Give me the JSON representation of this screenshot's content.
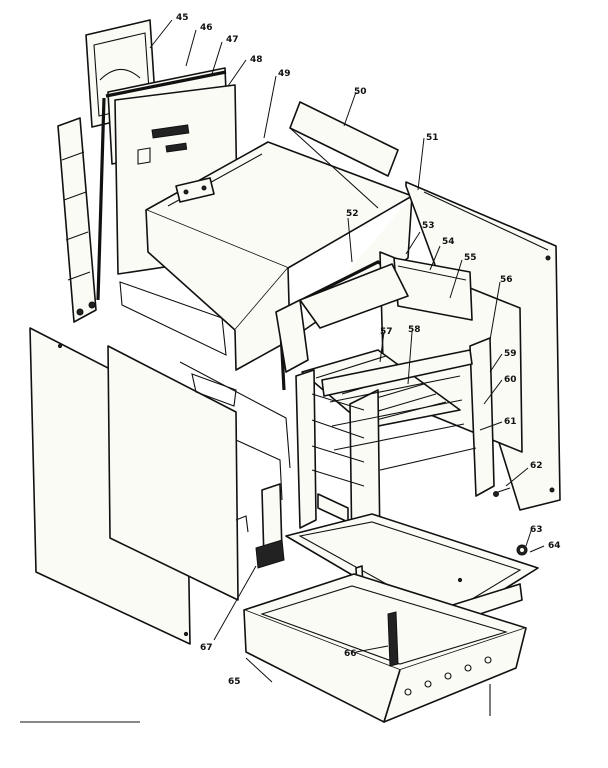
{
  "callouts": [
    {
      "id": "45",
      "label": "45"
    },
    {
      "id": "46",
      "label": "46"
    },
    {
      "id": "47",
      "label": "47"
    },
    {
      "id": "48",
      "label": "48"
    },
    {
      "id": "49",
      "label": "49"
    },
    {
      "id": "50",
      "label": "50"
    },
    {
      "id": "51",
      "label": "51"
    },
    {
      "id": "52",
      "label": "52"
    },
    {
      "id": "53",
      "label": "53"
    },
    {
      "id": "54",
      "label": "54"
    },
    {
      "id": "55",
      "label": "55"
    },
    {
      "id": "56",
      "label": "56"
    },
    {
      "id": "57",
      "label": "57"
    },
    {
      "id": "58",
      "label": "58"
    },
    {
      "id": "59",
      "label": "59"
    },
    {
      "id": "60",
      "label": "60"
    },
    {
      "id": "61",
      "label": "61"
    },
    {
      "id": "62",
      "label": "62"
    },
    {
      "id": "63",
      "label": "63"
    },
    {
      "id": "64",
      "label": "64"
    },
    {
      "id": "65",
      "label": "65"
    },
    {
      "id": "66",
      "label": "66"
    },
    {
      "id": "67",
      "label": "67"
    }
  ]
}
